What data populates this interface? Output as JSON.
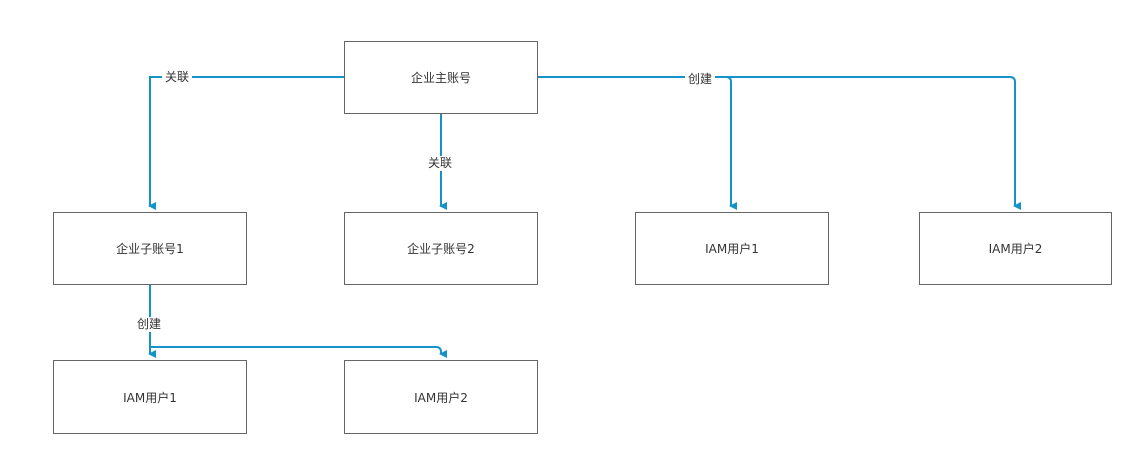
{
  "colors": {
    "connector": "#1592c7",
    "node_border": "#666666",
    "node_fill": "#ffffff",
    "text": "#333333"
  },
  "nodes": {
    "main_account": "企业主账号",
    "sub_account_1": "企业子账号1",
    "sub_account_2": "企业子账号2",
    "iam_user_1_top": "IAM用户1",
    "iam_user_2_top": "IAM用户2",
    "iam_user_1_bottom": "IAM用户1",
    "iam_user_2_bottom": "IAM用户2"
  },
  "edge_labels": {
    "link_left": "关联",
    "link_center": "关联",
    "create_right": "创建",
    "create_bottom": "创建"
  },
  "edges": [
    {
      "from": "main_account",
      "to": "sub_account_1",
      "label": "link_left"
    },
    {
      "from": "main_account",
      "to": "sub_account_2",
      "label": "link_center"
    },
    {
      "from": "main_account",
      "to": "iam_user_1_top",
      "label": "create_right"
    },
    {
      "from": "main_account",
      "to": "iam_user_2_top",
      "label": "create_right"
    },
    {
      "from": "sub_account_1",
      "to": "iam_user_1_bottom",
      "label": "create_bottom"
    },
    {
      "from": "sub_account_1",
      "to": "iam_user_2_bottom",
      "label": "create_bottom"
    }
  ]
}
